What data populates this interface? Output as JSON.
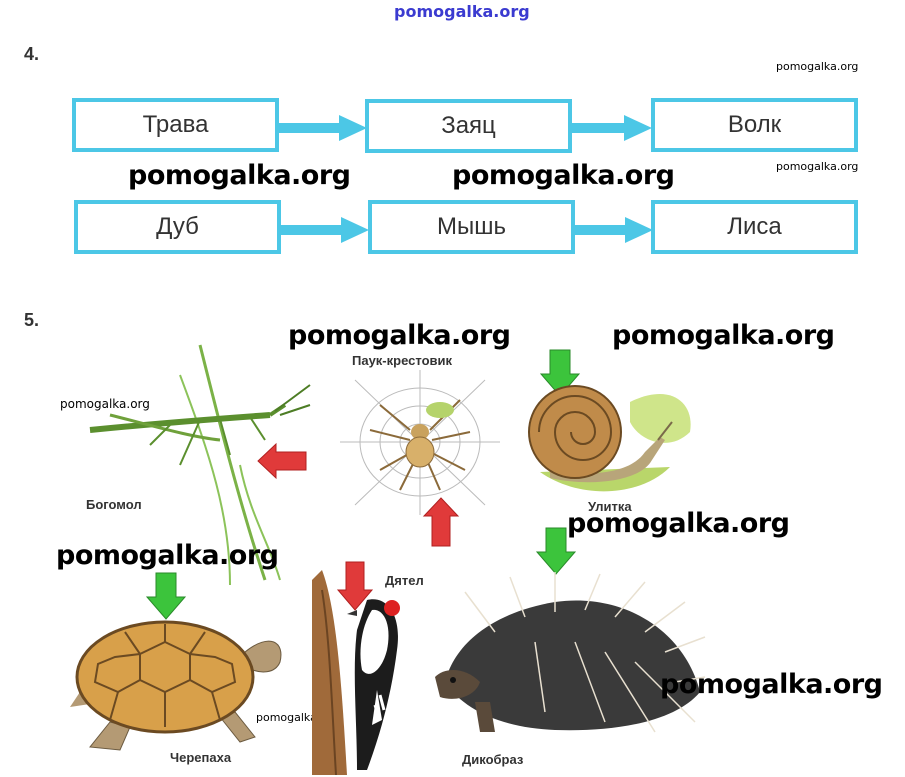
{
  "watermark": {
    "top": "pomogalka.org",
    "text": "pomogalka.org"
  },
  "task4": {
    "number": "4.",
    "chains": [
      [
        "Трава",
        "Заяц",
        "Волк"
      ],
      [
        "Дуб",
        "Мышь",
        "Лиса"
      ]
    ],
    "arrow_color": "#4cc7e6"
  },
  "task5": {
    "number": "5.",
    "captions": {
      "mantis": "Богомол",
      "spider": "Паук-крестовик",
      "snail": "Улитка",
      "turtle": "Черепаха",
      "woodpecker": "Дятел",
      "porcupine": "Дикобраз"
    },
    "arrow_colors": {
      "red": "#e03a3a",
      "green": "#3cc43c"
    }
  }
}
